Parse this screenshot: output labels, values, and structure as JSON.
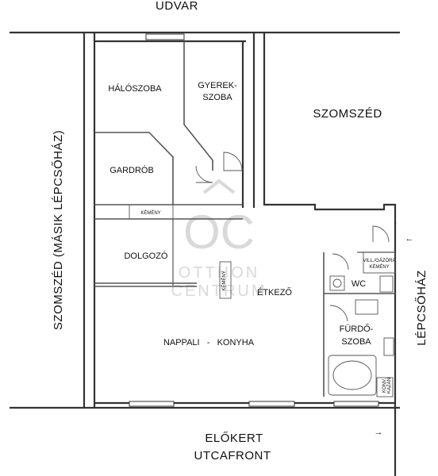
{
  "labels": {
    "udvar": "UDVAR",
    "szomszed": "SZOMSZÉD",
    "szomszed_masik": "SZOMSZÉD (MÁSIK LÉPCSŐHÁZ)",
    "lepcsohaz": "LÉPCSŐHÁZ",
    "elokert": "ELŐKERT",
    "utcafront": "UTCAFRONT",
    "haloszoba": "HÁLÓSZOBA",
    "gyerek_1": "GYEREK-",
    "gyerek_2": "SZOBA",
    "gardrob": "GARDRÓB",
    "kemeny_1": "KÉMÉNY",
    "kemeny_2": "KÉMÉNY",
    "dolgozo": "DOLGOZÓ",
    "etkezo": "ÉTKEZŐ",
    "nappali": "NAPPALI   -   KONYHA",
    "wc": "WC",
    "furdo_1": "FÜRDŐ-",
    "furdo_2": "SZOBA",
    "vill_gazora_1": "VILL./GÁZÓRA",
    "vill_gazora_2": "KÉMÉNY",
    "konv_1": "KONV.",
    "konv_2": "KAZÁN",
    "arrow_right": "←",
    "arrow_bottom": "→"
  },
  "watermark": {
    "logo": "OC",
    "line1": "OTTHON",
    "line2": "CENTRUM"
  }
}
